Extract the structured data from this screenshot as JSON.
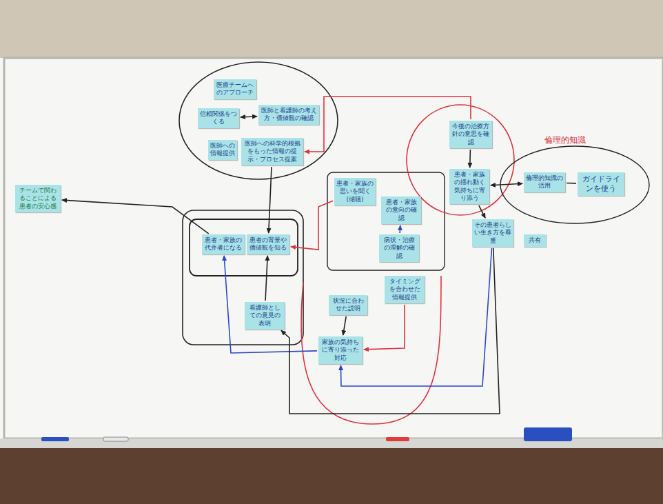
{
  "diagram": {
    "nodes": [
      {
        "text": [
          "医療チームへのアプローチ"
        ]
      },
      {
        "text": [
          "信頼関係をつくる"
        ]
      },
      {
        "text": [
          "医師と看護師の考え方・価値観の確認"
        ]
      },
      {
        "text": [
          "医師への情報提供"
        ]
      },
      {
        "text": [
          "医師への科学的根拠をもった情報の提示・プロセス提案"
        ]
      },
      {
        "text": [
          "チームで関わることによる患者の安心感"
        ]
      },
      {
        "text": [
          "今後の治療方針の意思を確認"
        ]
      },
      {
        "text": [
          "患者・家族の揺れ動く気持ちに寄り添う"
        ]
      },
      {
        "text": [
          "倫理的知識の活用"
        ]
      },
      {
        "text": [
          "ガイドラインを使う"
        ]
      },
      {
        "text": [
          "その患者らしい生き方を尊重"
        ]
      },
      {
        "text": [
          "共有"
        ]
      },
      {
        "text": [
          "患者・家族の思いを聞く(傾聴)"
        ]
      },
      {
        "text": [
          "患者・家族の意向の確認"
        ]
      },
      {
        "text": [
          "病状・治療の理解の確認"
        ]
      },
      {
        "text": [
          "患者・家族の代弁者になる"
        ]
      },
      {
        "text": [
          "患者の背景や価値観を知る"
        ]
      },
      {
        "text": [
          "看護師としての意見の表明"
        ]
      },
      {
        "text": [
          "タイミングを合わせた情報提供"
        ]
      },
      {
        "text": [
          "状況に合わせた説明"
        ]
      },
      {
        "text": [
          "家族の気持ちに寄り添った対応"
        ]
      }
    ],
    "edges": [
      {
        "from": 1,
        "to": 2,
        "arrow": "both"
      },
      {
        "from": 6,
        "to": 7,
        "arrow": "to"
      },
      {
        "from": 7,
        "to": 10,
        "arrow": "to"
      },
      {
        "from": 7,
        "to": 8,
        "arrow": "both"
      },
      {
        "from": 8,
        "to": 9,
        "arrow": "none"
      },
      {
        "from": 14,
        "to": 13,
        "arrow": "to"
      },
      {
        "from": 19,
        "to": 20,
        "arrow": "to"
      },
      {
        "from": 17,
        "to": 16,
        "arrow": "to"
      },
      {
        "from": 20,
        "to": 15,
        "arrow": "to"
      },
      {
        "from": 10,
        "to": 20,
        "arrow": "to"
      },
      {
        "from": 6,
        "to": 4,
        "arrow": "to"
      },
      {
        "from": 18,
        "to": 20,
        "arrow": "to"
      },
      {
        "from": 12,
        "to": 16,
        "arrow": "to"
      },
      {
        "from": 4,
        "to": 16,
        "arrow": "to"
      },
      {
        "from": 15,
        "to": 5,
        "arrow": "to"
      },
      {
        "from": 10,
        "to": 17,
        "arrow": "to"
      }
    ],
    "labels": [
      "倫理的知識"
    ]
  }
}
